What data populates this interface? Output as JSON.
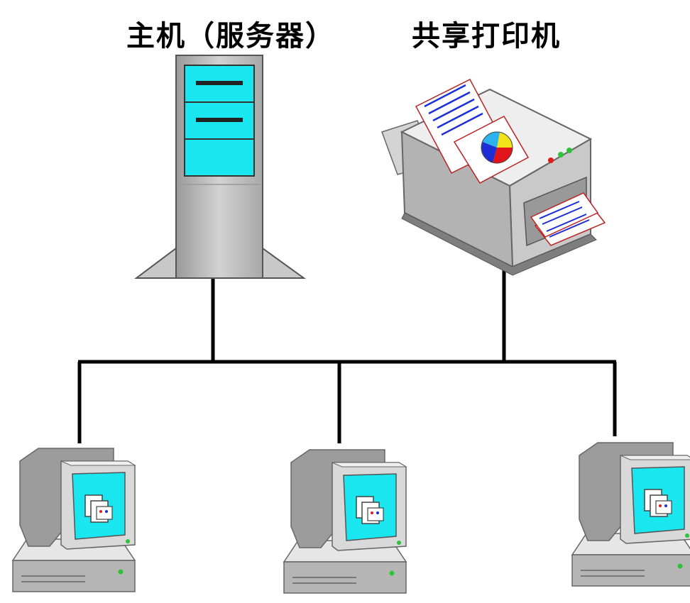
{
  "labels": {
    "server": "主机（服务器）",
    "printer": "共享打印机"
  },
  "colors": {
    "screen": "#19e6ee",
    "body": "#c0c0c0",
    "line": "#000000",
    "led_green": "#2fc33a",
    "led_red": "#e21b1b"
  },
  "pie_colors": [
    "#f2e21a",
    "#e2141b",
    "#1c2fd6",
    "#2bb3f0"
  ],
  "workstations": [
    {
      "name": "workstation-left"
    },
    {
      "name": "workstation-center"
    },
    {
      "name": "workstation-right"
    }
  ]
}
